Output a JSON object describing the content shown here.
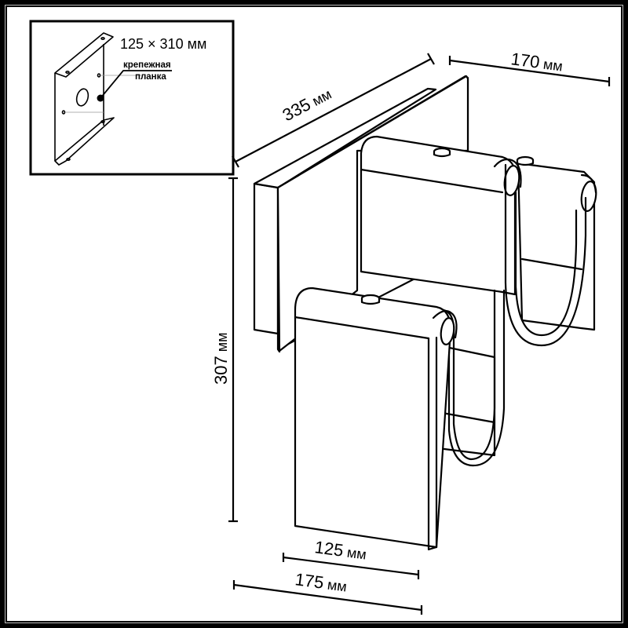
{
  "inset": {
    "size_label": "125 × 310 мм",
    "part_label_line1": "крепежная",
    "part_label_line2": "планка"
  },
  "dimensions": {
    "depth": {
      "value": "335",
      "unit": "мм"
    },
    "top_width": {
      "value": "170",
      "unit": "мм"
    },
    "height": {
      "value": "307",
      "unit": "мм"
    },
    "panel_width": {
      "value": "125",
      "unit": "мм"
    },
    "total_width": {
      "value": "175",
      "unit": "мм"
    }
  },
  "colors": {
    "line": "#000000",
    "background": "#ffffff"
  }
}
